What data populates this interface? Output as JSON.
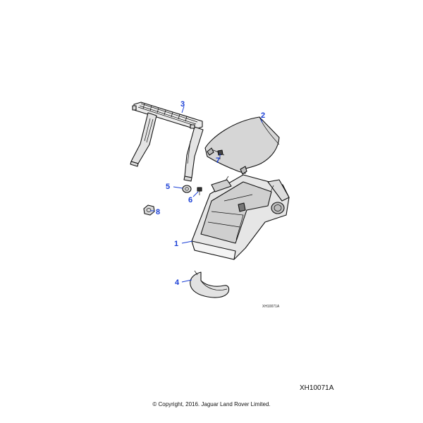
{
  "diagram": {
    "callouts": [
      {
        "id": "1",
        "label": "1"
      },
      {
        "id": "2",
        "label": "2"
      },
      {
        "id": "3",
        "label": "3"
      },
      {
        "id": "4",
        "label": "4"
      },
      {
        "id": "5",
        "label": "5"
      },
      {
        "id": "6",
        "label": "6"
      },
      {
        "id": "7",
        "label": "7"
      },
      {
        "id": "8",
        "label": "8"
      }
    ],
    "inline_ref": "XH10071A",
    "callout_color": "#1a3fd6"
  },
  "footer": {
    "image_ref": "XH10071A",
    "copyright": "© Copyright, 2016. Jaguar Land Rover Limited."
  }
}
